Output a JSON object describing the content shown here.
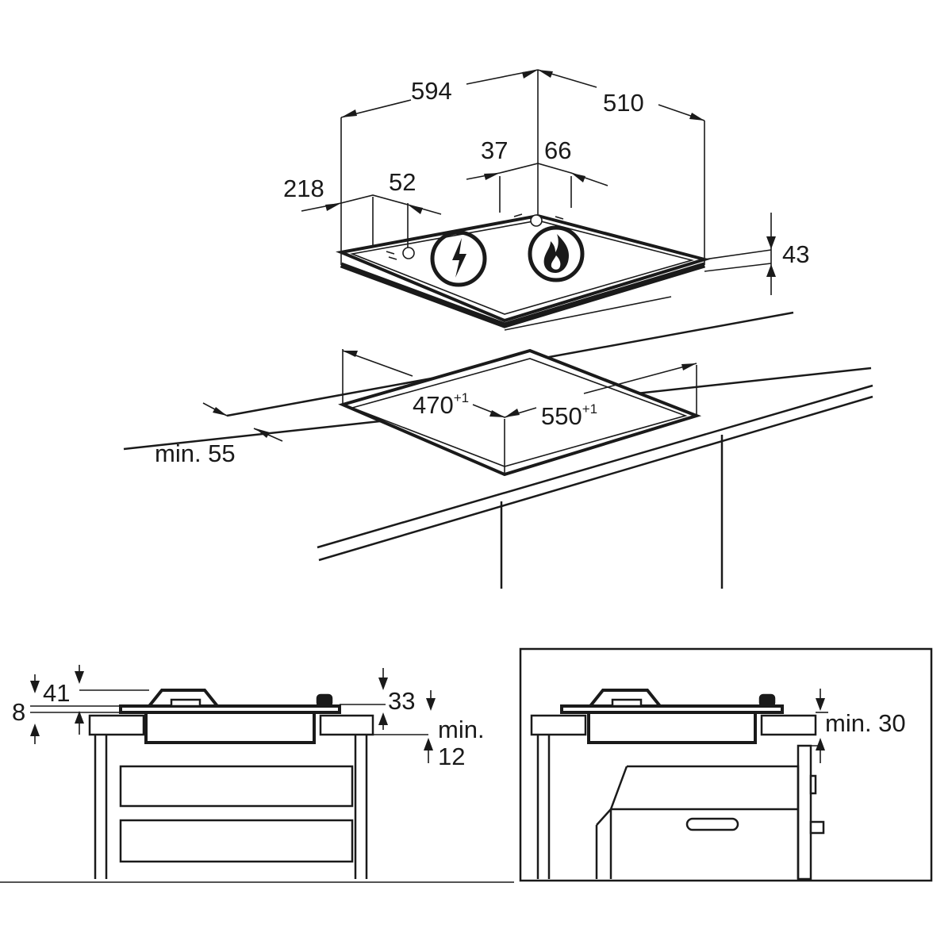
{
  "top_view": {
    "width": "594",
    "depth": "510",
    "height": "43",
    "left_offset": "218",
    "left_spacing": "52",
    "center_left": "37",
    "center_right": "66",
    "cutout_depth": "470",
    "cutout_depth_tol": "+1",
    "cutout_width": "550",
    "cutout_width_tol": "+1",
    "front_min": "min. 55"
  },
  "side_left": {
    "total_height": "41",
    "glass_thickness": "8",
    "below_height": "33",
    "min_label": "min.",
    "min_value": "12"
  },
  "side_right": {
    "min_clearance": "min. 30"
  },
  "icons": [
    "electric-bolt-icon",
    "gas-flame-icon"
  ]
}
